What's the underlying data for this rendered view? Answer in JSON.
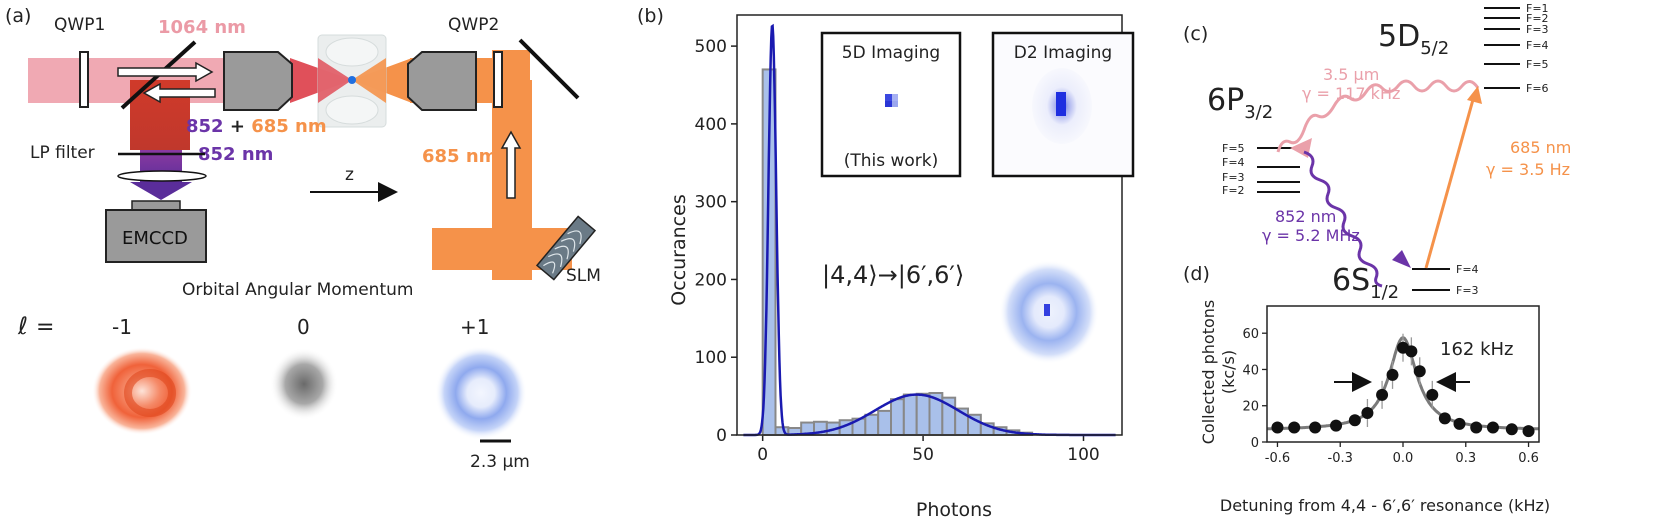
{
  "panel_labels": {
    "a": "(a)",
    "b": "(b)",
    "c": "(c)",
    "d": "(d)"
  },
  "panel_a": {
    "qwp1": "QWP1",
    "qwp2": "QWP2",
    "laser_1064": "1064 nm",
    "mix_852": "852",
    "mix_plus": " + ",
    "mix_685": "685 nm",
    "label_852": "852 nm",
    "label_685": "685 nm",
    "lp_filter": "LP filter",
    "z_axis": "z",
    "camera": "EMCCD",
    "slm": "SLM",
    "oam_title": "Orbital Angular Momentum",
    "ell_symbol": "ℓ",
    "ell_eq": " =",
    "ell_values": [
      "-1",
      "0",
      "+1"
    ],
    "scale_bar": "2.3 μm"
  },
  "panel_b": {
    "ylabel": "Occurances",
    "xlabel": "Photons",
    "yticks": [
      "0",
      "100",
      "200",
      "300",
      "400",
      "500"
    ],
    "xticks": [
      "0",
      "50",
      "100"
    ],
    "inset1_title": "5D Imaging",
    "inset1_sub": "(This work)",
    "inset2_title": "D2 Imaging",
    "transition": "|4,4⟩→|6′,6′⟩",
    "colors": {
      "bar": "#a9c0ea",
      "fit": "#1a1ab0",
      "bar_edge": "#888888"
    }
  },
  "panel_c": {
    "level_5d": "5D",
    "level_5d_sub": "5/2",
    "level_6p": "6P",
    "level_6p_sub": "3/2",
    "level_6s": "6S",
    "level_6s_sub": "1/2",
    "f_5d": [
      "F=1",
      "F=2",
      "F=3",
      "F=4",
      "F=5",
      "F=6"
    ],
    "f_6p": [
      "F=5",
      "F=4",
      "F=3",
      "F=2"
    ],
    "f_6s": [
      "F=4",
      "F=3"
    ],
    "t1_wl": "3.5 μm",
    "t1_gamma": "γ = 117 kHz",
    "t2_wl": "685 nm",
    "t2_gamma": "γ =  3.5 Hz",
    "t3_wl": "852 nm",
    "t3_gamma": "γ = 5.2 MHz",
    "colors": {
      "pink": "#eaa0aa",
      "orange": "#f5924a",
      "purple": "#6b34a8"
    }
  },
  "panel_d": {
    "ylabel_1": "Collected photons",
    "ylabel_2": "(kc/s)",
    "xlabel": "Detuning from 4,4 - 6′,6′ resonance (kHz)",
    "xticks": [
      "-0.6",
      "-0.3",
      "0.0",
      "0.3",
      "0.6"
    ],
    "yticks": [
      "0",
      "20",
      "40",
      "60"
    ],
    "linewidth": "162 kHz"
  },
  "chart_data": [
    {
      "type": "bar",
      "title": "",
      "xlabel": "Photons",
      "ylabel": "Occurances",
      "xlim": [
        -8,
        112
      ],
      "ylim": [
        0,
        540
      ],
      "bin_width": 4,
      "bin_centers": [
        2,
        6,
        10,
        14,
        18,
        22,
        26,
        30,
        34,
        38,
        42,
        46,
        50,
        54,
        58,
        62,
        66,
        70,
        74,
        78,
        82
      ],
      "values": [
        470,
        10,
        9,
        16,
        17,
        16,
        19,
        21,
        26,
        31,
        46,
        52,
        53,
        54,
        48,
        34,
        26,
        15,
        10,
        6,
        3
      ],
      "fit_peaks": [
        {
          "center": 3,
          "amplitude": 527,
          "sigma": 1.2
        },
        {
          "center": 48,
          "amplitude": 52,
          "sigma": 13
        }
      ]
    },
    {
      "type": "scatter",
      "title": "",
      "xlabel": "Detuning from 4,4 - 6′,6′ resonance (kHz)",
      "ylabel": "Collected photons (kc/s)",
      "xlim": [
        -0.65,
        0.65
      ],
      "ylim": [
        0,
        75
      ],
      "x": [
        -0.6,
        -0.52,
        -0.42,
        -0.32,
        -0.23,
        -0.17,
        -0.1,
        -0.05,
        0.0,
        0.04,
        0.08,
        0.14,
        0.2,
        0.27,
        0.35,
        0.43,
        0.52,
        0.6
      ],
      "y": [
        8,
        8,
        8,
        9,
        12,
        16,
        26,
        37,
        52,
        50,
        39,
        26,
        13,
        10,
        8,
        8,
        7,
        6
      ],
      "fit": {
        "type": "lorentzian",
        "center": 0.0,
        "fwhm": 0.162,
        "amplitude": 51,
        "offset": 6.5
      }
    }
  ]
}
